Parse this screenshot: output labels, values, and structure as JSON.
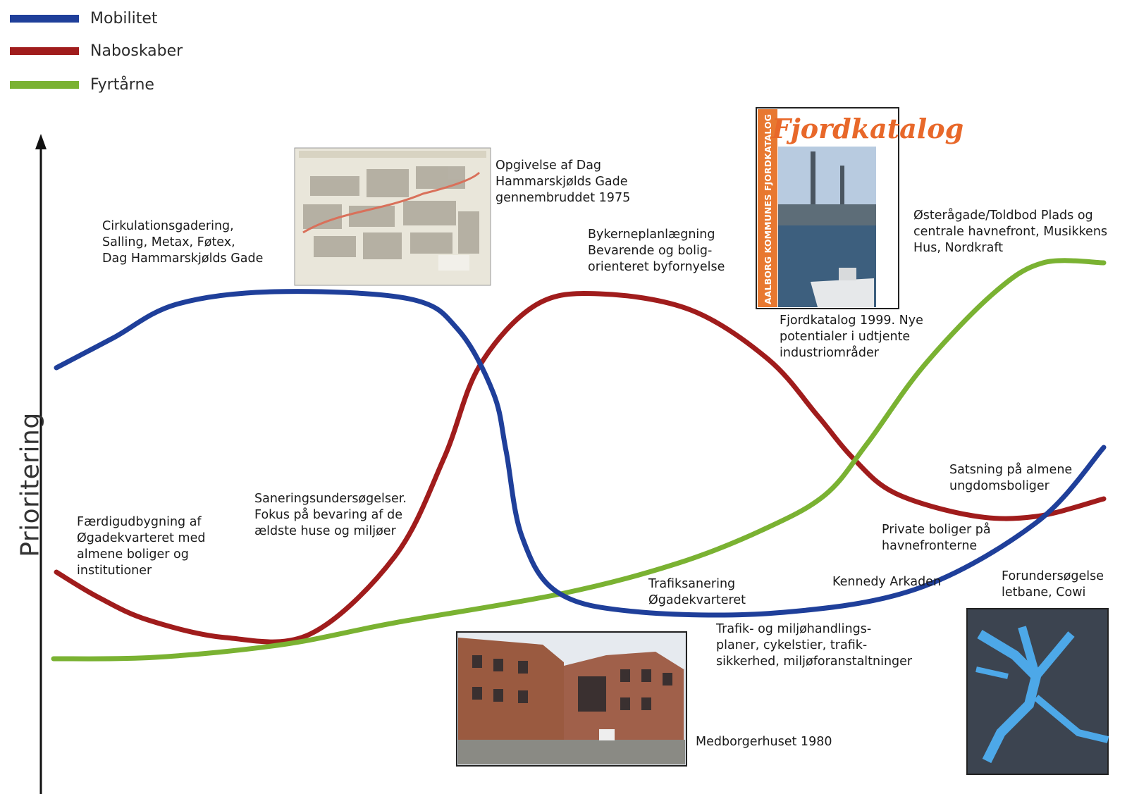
{
  "legend": [
    {
      "label": "Mobilitet",
      "color": "#1f3f9a"
    },
    {
      "label": "Naboskaber",
      "color": "#a01c1c"
    },
    {
      "label": "Fyrtårne",
      "color": "#7ab232"
    }
  ],
  "axis": {
    "y_label": "Prioritering"
  },
  "annotations": {
    "cirkulation": "Cirkulationsgadering,\nSalling, Metax, Føtex,\nDag Hammarskjølds Gade",
    "opgivelse": "Opgivelse af Dag\nHammarskjølds Gade\ngennembruddet 1975",
    "bykerne": "Bykerneplanlægning\nBevarende og bolig-\norienteret byfornyelse",
    "fjordkatalog_caption": "Fjordkatalog 1999. Nye\npotentialer i udtjente\nindustriområder",
    "osteraagade": "Østerågade/Toldbod Plads og\ncentrale havnefront, Musikkens\nHus, Nordkraft",
    "faerdig": "Færdigudbygning af\nØgadekvarteret med\nalmene boliger og\ninstitutioner",
    "sanering": "Saneringsundersøgelser.\nFokus på bevaring af de\nældste huse og miljøer",
    "satsning": "Satsning på almene\nungdomsboliger",
    "private": "Private boliger på\nhavnefronterne",
    "trafiksanering": "Trafiksanering\nØgadekvarteret",
    "kennedy": "Kennedy Arkaden",
    "forundersoegelse": "Forundersøgelse\nletbane, Cowi",
    "trafik_miljo": "Trafik- og miljøhandlings-\nplaner, cykelstier, trafik-\nsikkerhed, miljøforanstaltninger",
    "medborger": "Medborgerhuset 1980"
  },
  "images": {
    "fjordkatalog_cover_title": "Fjordkatalog",
    "fjordkatalog_spine": "AALBORG KOMMUNES FJORDKATALOG"
  },
  "curves": {
    "Mobilitet": [
      [
        80,
        522
      ],
      [
        160,
        480
      ],
      [
        250,
        432
      ],
      [
        390,
        414
      ],
      [
        580,
        424
      ],
      [
        650,
        468
      ],
      [
        700,
        558
      ],
      [
        718,
        640
      ],
      [
        740,
        760
      ],
      [
        790,
        840
      ],
      [
        900,
        868
      ],
      [
        1100,
        870
      ],
      [
        1300,
        836
      ],
      [
        1470,
        742
      ],
      [
        1566,
        635
      ]
    ],
    "Naboskaber": [
      [
        80,
        812
      ],
      [
        140,
        848
      ],
      [
        210,
        880
      ],
      [
        320,
        905
      ],
      [
        440,
        900
      ],
      [
        560,
        790
      ],
      [
        630,
        650
      ],
      [
        680,
        520
      ],
      [
        760,
        433
      ],
      [
        850,
        417
      ],
      [
        980,
        440
      ],
      [
        1090,
        510
      ],
      [
        1160,
        590
      ],
      [
        1210,
        650
      ],
      [
        1270,
        700
      ],
      [
        1380,
        732
      ],
      [
        1470,
        733
      ],
      [
        1566,
        708
      ]
    ],
    "Fyrtårne": [
      [
        76,
        935
      ],
      [
        220,
        933
      ],
      [
        400,
        915
      ],
      [
        560,
        884
      ],
      [
        800,
        842
      ],
      [
        960,
        800
      ],
      [
        1080,
        753
      ],
      [
        1170,
        703
      ],
      [
        1230,
        630
      ],
      [
        1310,
        520
      ],
      [
        1410,
        416
      ],
      [
        1480,
        373
      ],
      [
        1566,
        373
      ]
    ]
  }
}
